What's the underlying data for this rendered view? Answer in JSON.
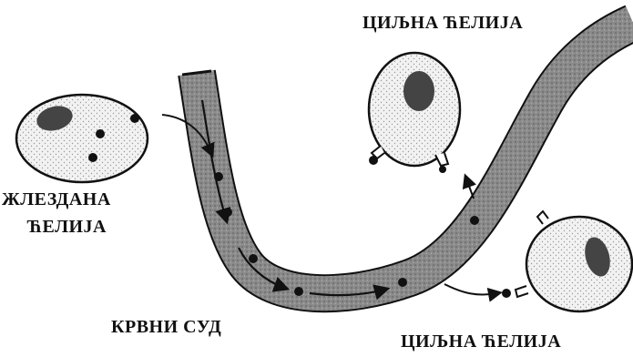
{
  "labels": {
    "target_cell_top": "ЦИЉНА ЋЕЛИЈА",
    "gland_cell_line1": "ЖЛЕЗДАНА",
    "gland_cell_line2": "ЋЕЛИЈА",
    "blood_vessel": "КРВНИ СУД",
    "target_cell_bottom": "ЦИЉНА ЋЕЛИЈА"
  },
  "colors": {
    "vessel_fill": "#8a8a8a",
    "outline": "#111111",
    "cell_fill": "#ececec",
    "nucleus": "#444444",
    "hormone": "#111111"
  }
}
